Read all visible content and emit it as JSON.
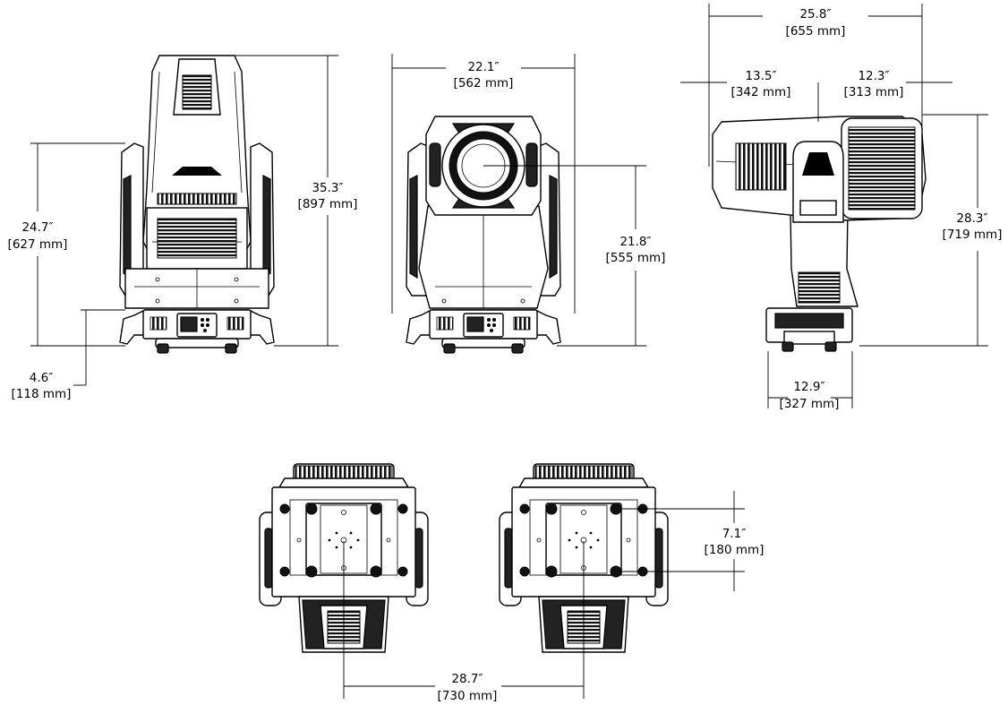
{
  "dimensions": {
    "front_height": {
      "imperial": "35.3″",
      "metric": "[897 mm]"
    },
    "front_handle": {
      "imperial": "24.7″",
      "metric": "[627 mm]"
    },
    "front_base": {
      "imperial": "4.6″",
      "metric": "[118 mm]"
    },
    "front2_width": {
      "imperial": "22.1″",
      "metric": "[562 mm]"
    },
    "front2_lens": {
      "imperial": "21.8″",
      "metric": "[555 mm]"
    },
    "side_length": {
      "imperial": "25.8″",
      "metric": "[655 mm]"
    },
    "side_front": {
      "imperial": "13.5″",
      "metric": "[342 mm]"
    },
    "side_rear": {
      "imperial": "12.3″",
      "metric": "[313 mm]"
    },
    "side_height": {
      "imperial": "28.3″",
      "metric": "[719 mm]"
    },
    "side_base": {
      "imperial": "12.9″",
      "metric": "[327 mm]"
    },
    "bottom_holes": {
      "imperial": "7.1″",
      "metric": "[180 mm]"
    },
    "bottom_spacing": {
      "imperial": "28.7″",
      "metric": "[730 mm]"
    }
  },
  "colors": {
    "line": "#000000",
    "fill_dark": "#222222",
    "background": "#ffffff"
  }
}
